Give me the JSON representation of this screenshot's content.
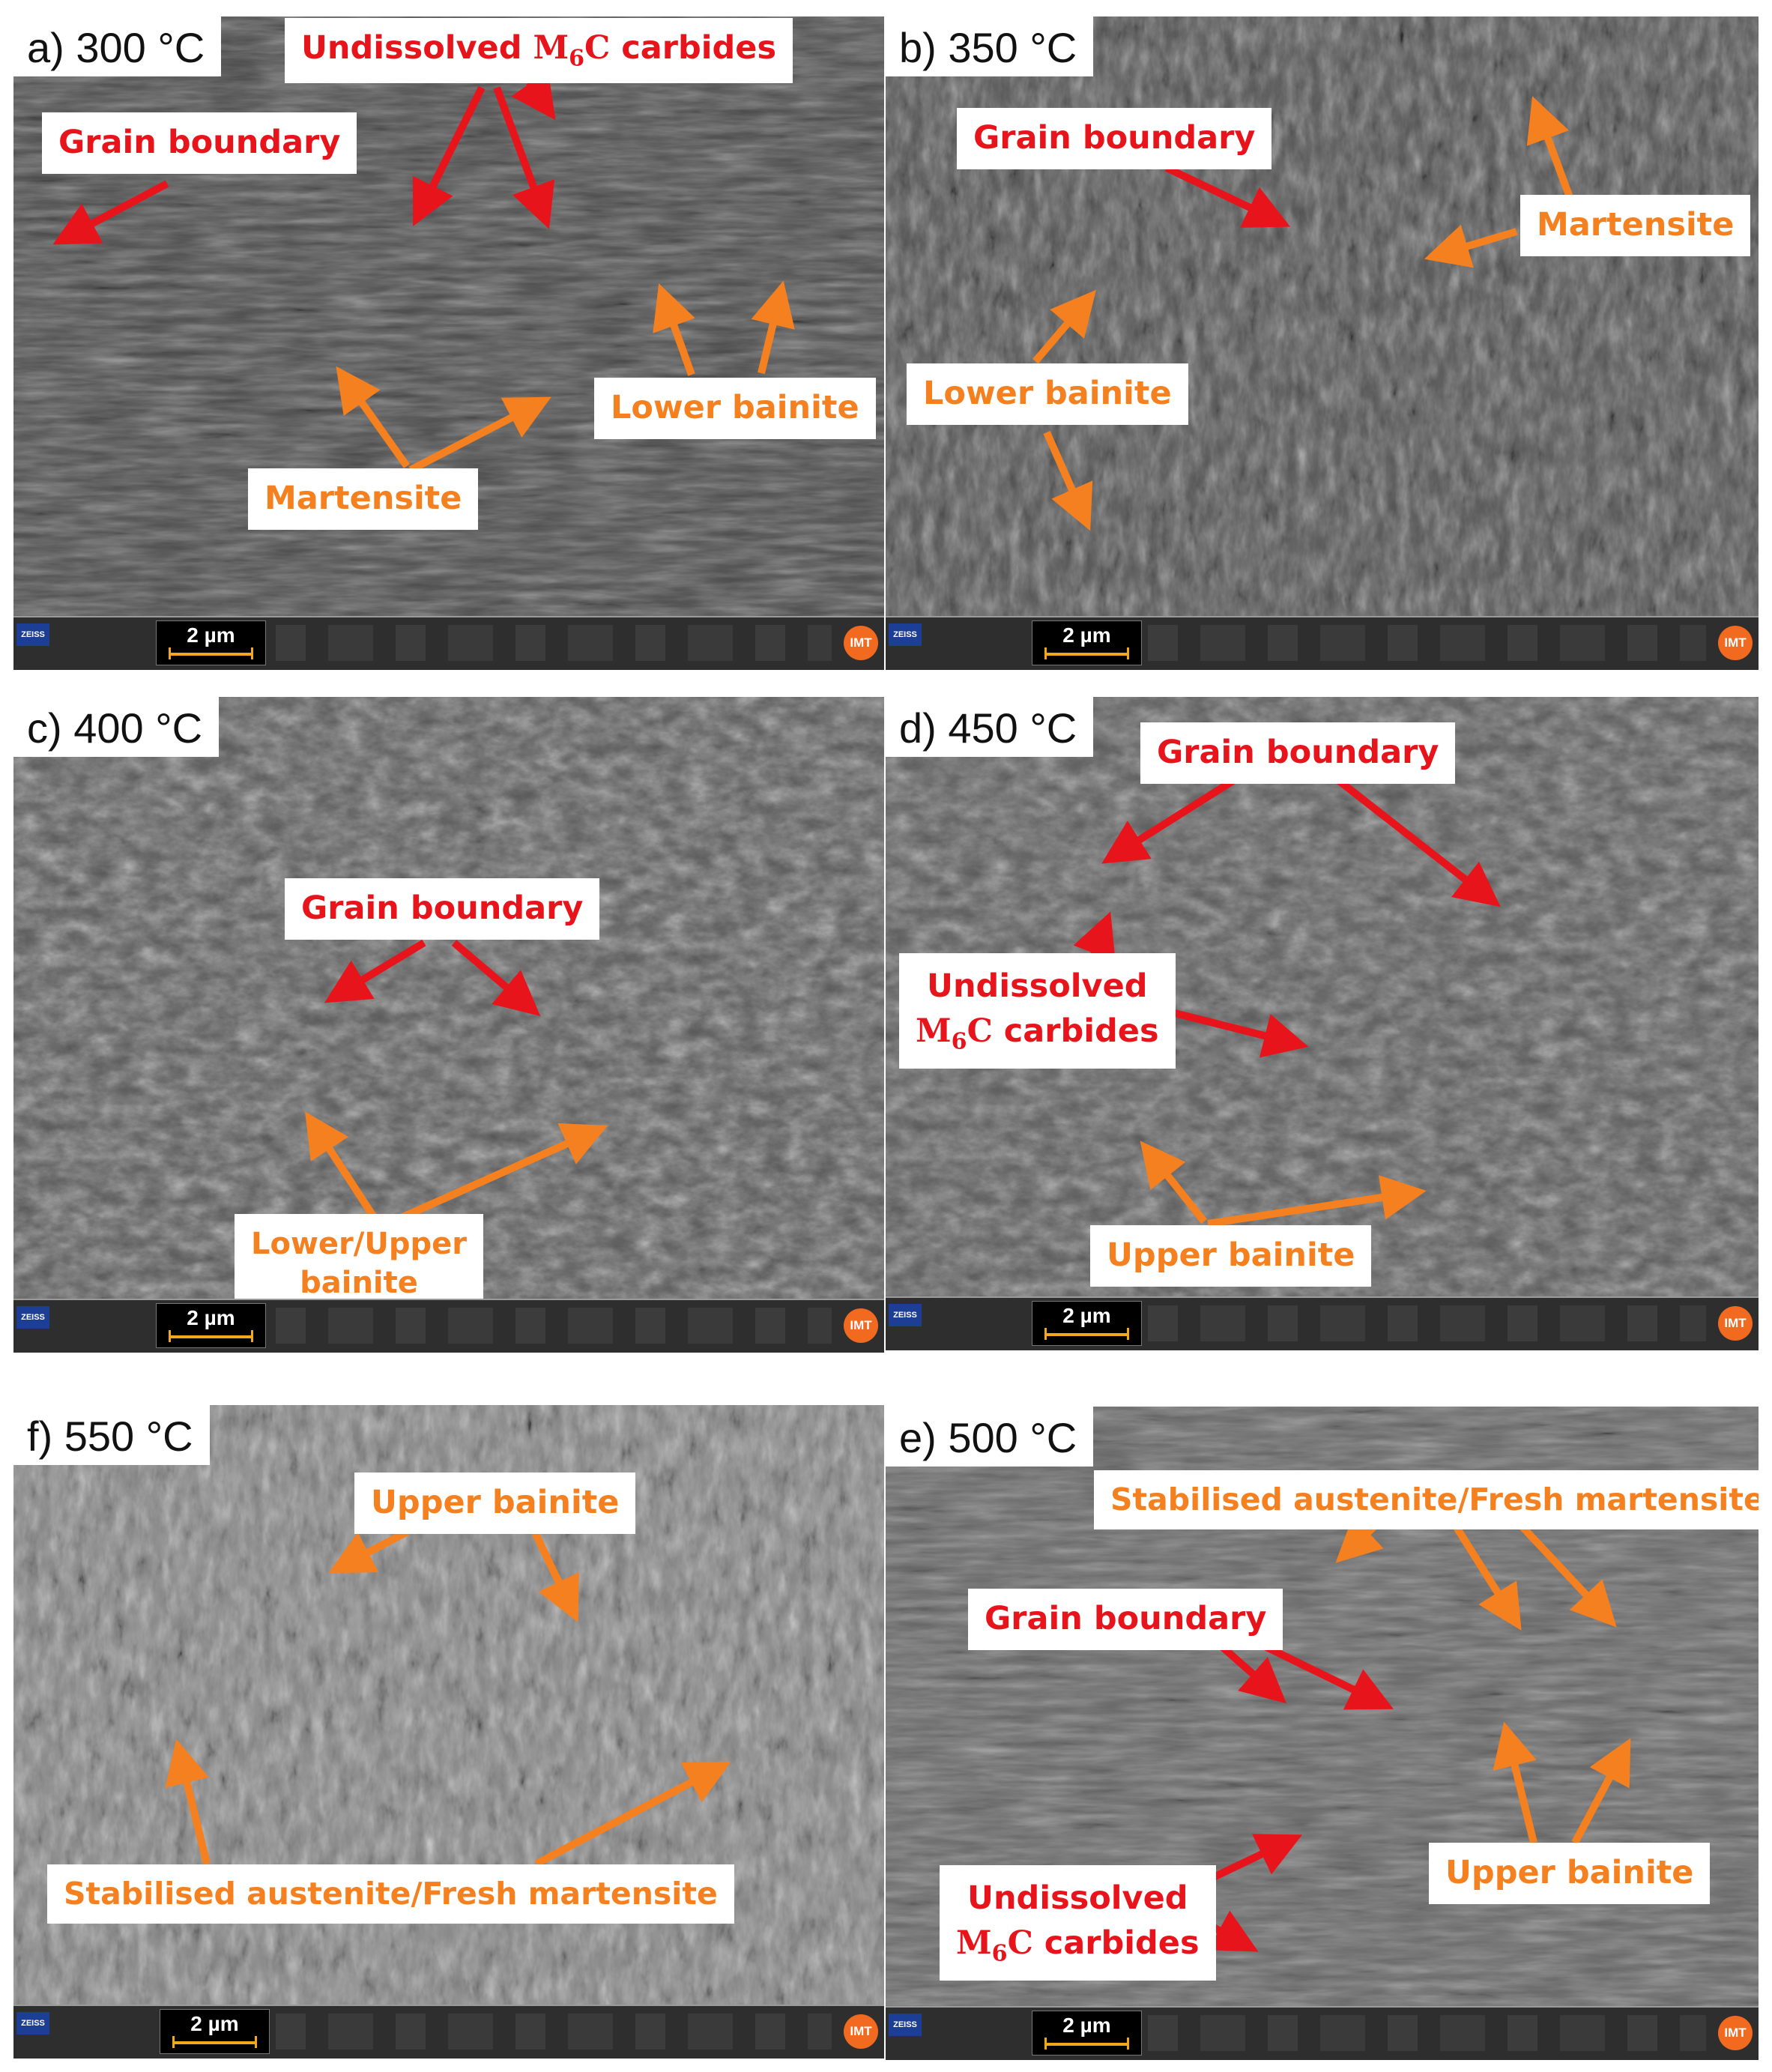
{
  "colors": {
    "red": "#e8141b",
    "orange": "#f58020",
    "scale_bar": "#f0a81c",
    "zeiss_logo": "#1c3f95",
    "imt_logo": "#f26a1f"
  },
  "panels": {
    "a": {
      "label": "a) 300 °C",
      "scale": "2 µm",
      "undissolved": "Undissolved",
      "m6c_m": "M",
      "m6c_sub": "6",
      "m6c_c": "C",
      "carbides": "carbides",
      "grain_boundary": "Grain boundary",
      "lower_bainite": "Lower bainite",
      "martensite": "Martensite"
    },
    "b": {
      "label": "b) 350 °C",
      "scale": "2 µm",
      "grain_boundary": "Grain boundary",
      "martensite": "Martensite",
      "lower_bainite": "Lower bainite"
    },
    "c": {
      "label": "c) 400 °C",
      "scale": "2 µm",
      "grain_boundary": "Grain boundary",
      "lower_upper": "Lower/Upper",
      "bainite": "bainite"
    },
    "d": {
      "label": "d) 450 °C",
      "scale": "2 µm",
      "grain_boundary": "Grain boundary",
      "undissolved": "Undissolved",
      "m6c_m": "M",
      "m6c_sub": "6",
      "m6c_c": "C",
      "carbides": "carbides",
      "upper_bainite": "Upper bainite"
    },
    "f": {
      "label": "f) 550 °C",
      "scale": "2 µm",
      "upper_bainite": "Upper bainite",
      "stabilised": "Stabilised austenite/Fresh martensite"
    },
    "e": {
      "label": "e) 500 °C",
      "scale": "2 µm",
      "stabilised": "Stabilised austenite/Fresh martensite",
      "grain_boundary": "Grain boundary",
      "undissolved": "Undissolved",
      "m6c_m": "M",
      "m6c_sub": "6",
      "m6c_c": "C",
      "carbides": "carbides",
      "upper_bainite": "Upper bainite"
    }
  },
  "databar_brand": "ZEISS",
  "databar_logo": "IMT"
}
